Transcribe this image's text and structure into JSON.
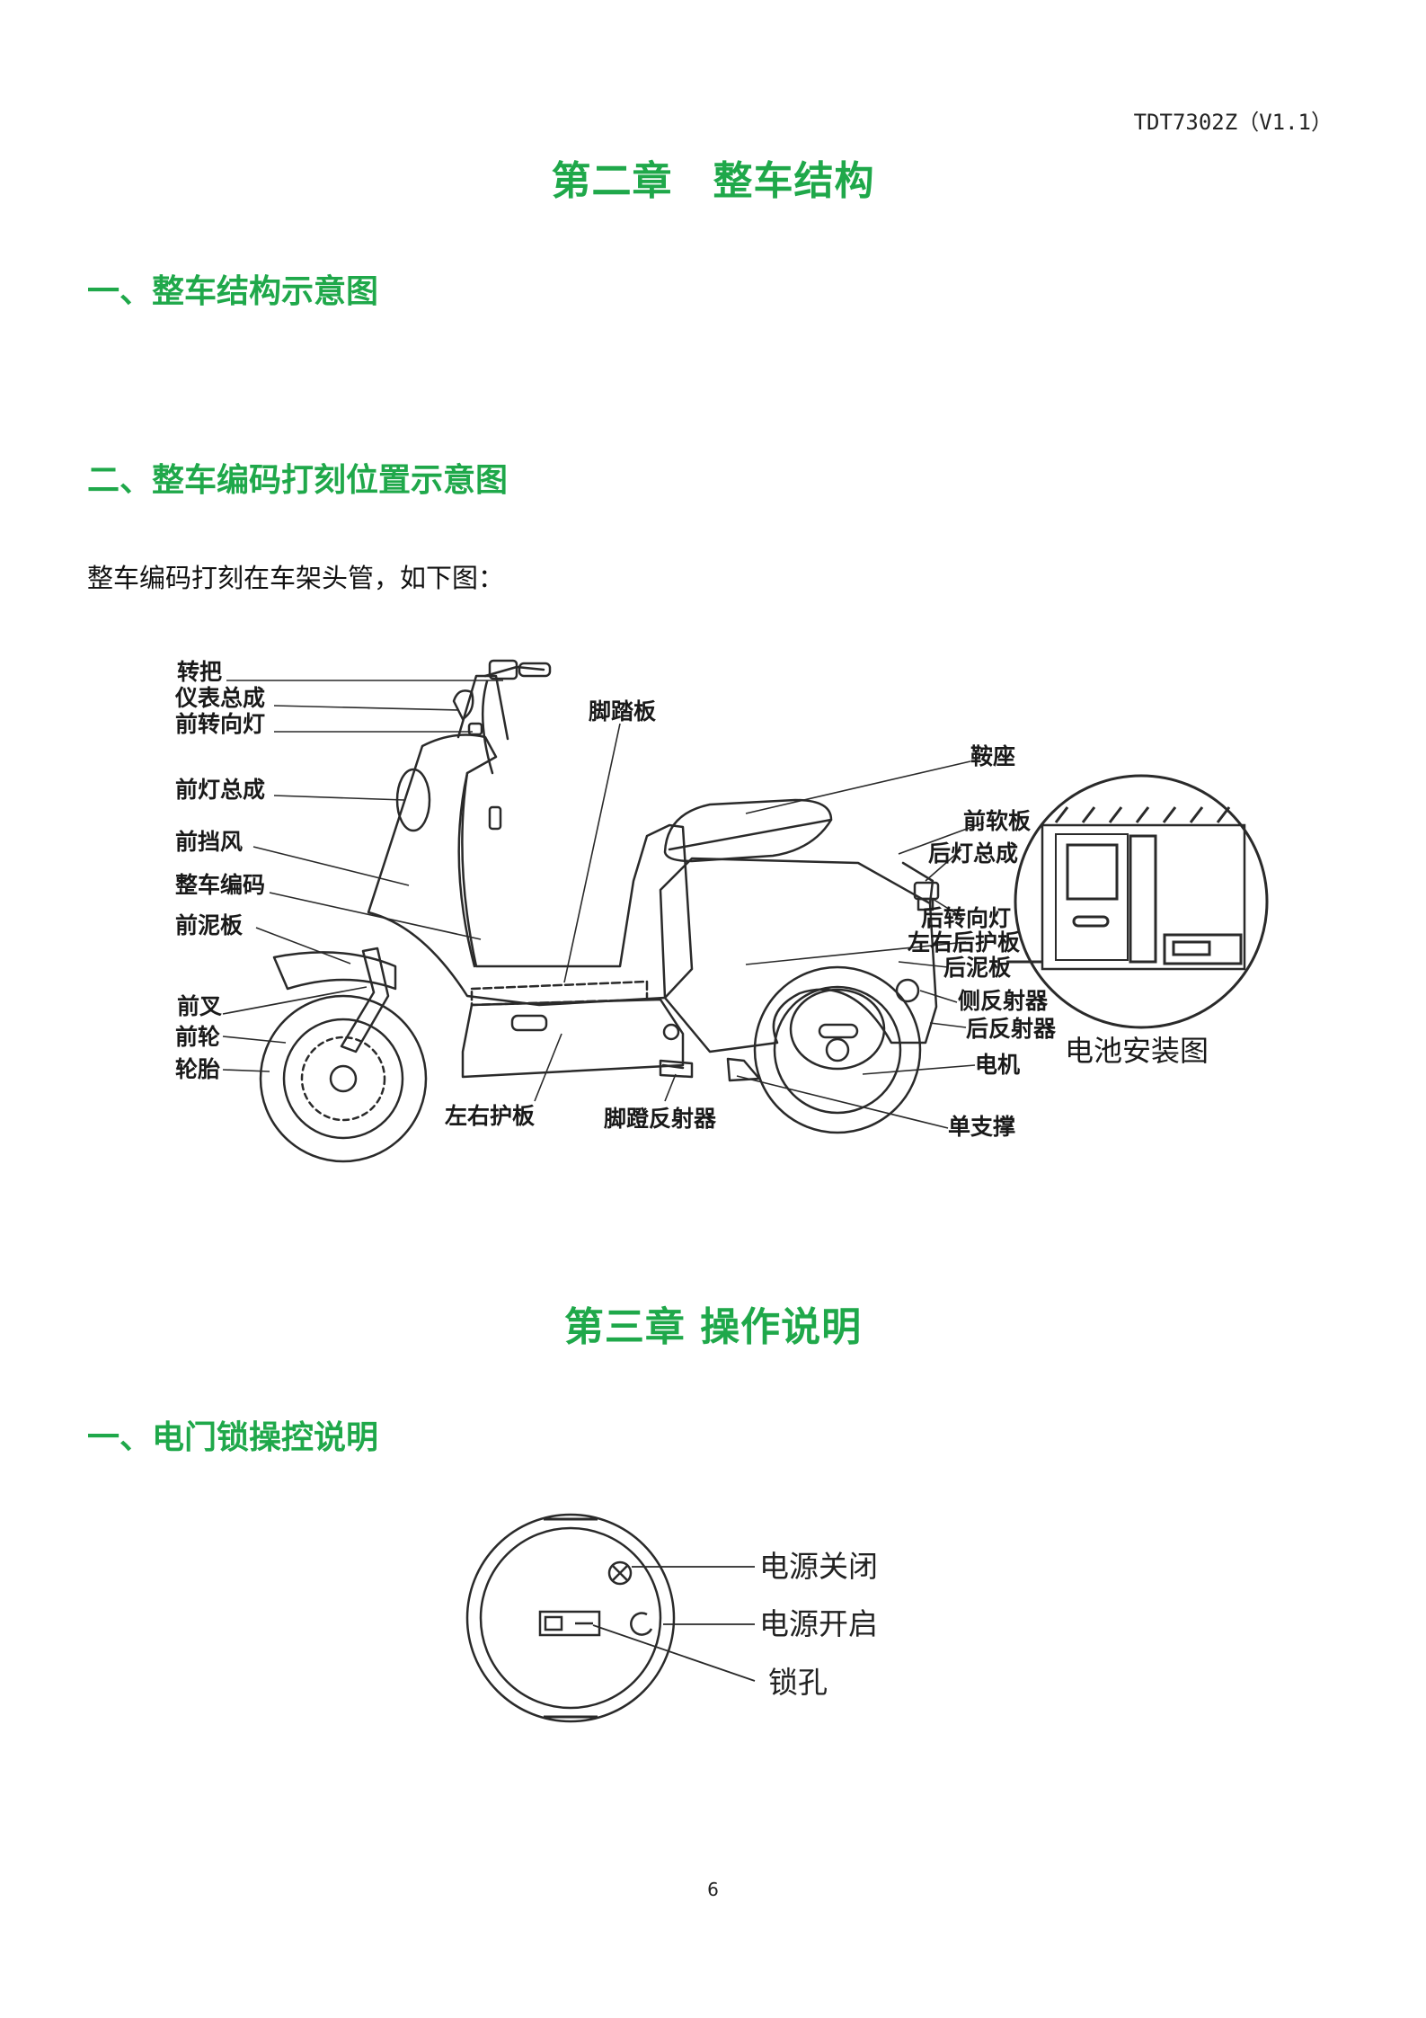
{
  "header": {
    "doc_code": "TDT7302Z（V1.1）"
  },
  "chapter2": {
    "title": "第二章　整车结构",
    "section1": "一、整车结构示意图",
    "section2": "二、整车编码打刻位置示意图",
    "body": "整车编码打刻在车架头管，如下图："
  },
  "scooter_figure": {
    "labels": {
      "handlebar": "转把",
      "instrument": "仪表总成",
      "front_turn_light": "前转向灯",
      "headlight": "前灯总成",
      "windshield": "前挡风",
      "vin": "整车编码",
      "front_mudguard": "前泥板",
      "front_fork": "前叉",
      "front_wheel": "前轮",
      "tire": "轮胎",
      "footboard": "脚踏板",
      "side_panel": "左右护板",
      "pedal_reflector": "脚蹬反射器",
      "saddle": "鞍座",
      "front_soft_panel": "前软板",
      "tail_light": "后灯总成",
      "rear_turn_light": "后转向灯",
      "rear_side_panel": "左右后护板",
      "rear_mudguard": "后泥板",
      "side_reflector": "侧反射器",
      "rear_reflector": "后反射器",
      "motor": "电机",
      "kickstand": "单支撑",
      "battery_caption": "电池安装图"
    }
  },
  "chapter3": {
    "title": "第三章 操作说明",
    "section1": "一、电门锁操控说明"
  },
  "lock_figure": {
    "power_off": "电源关闭",
    "power_on": "电源开启",
    "keyhole": "锁孔"
  },
  "footer": {
    "page_number": "6"
  },
  "colors": {
    "heading_green": "#1fa84a"
  }
}
